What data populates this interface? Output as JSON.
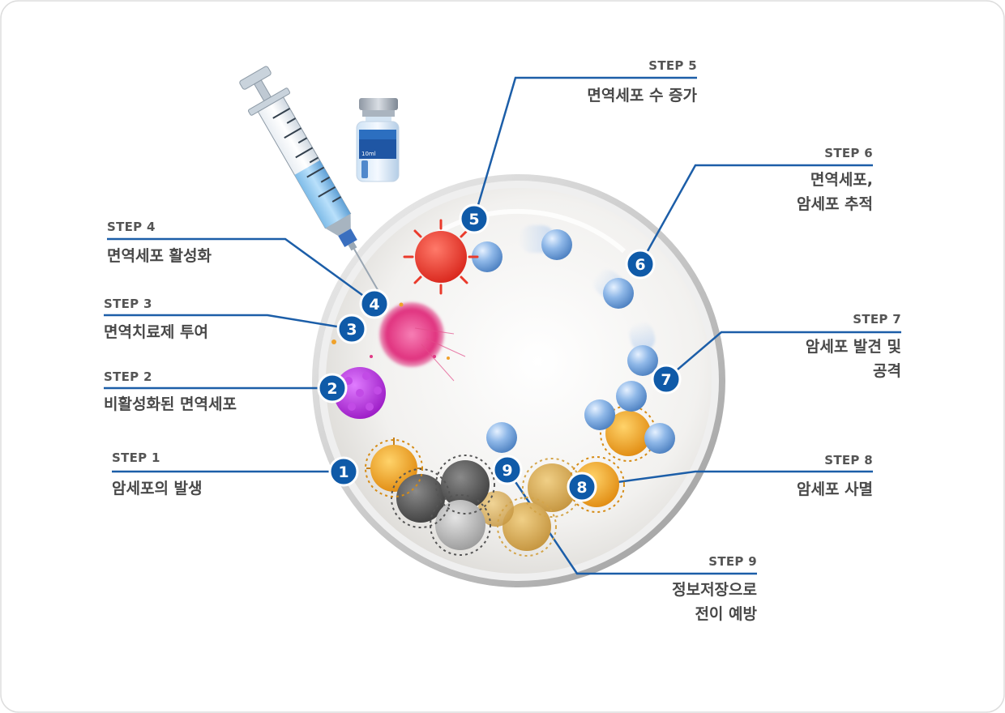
{
  "colors": {
    "accent": "#1c5ea8",
    "badge": "#0f5aa8",
    "label_text": "#555555",
    "desc_text": "#484848",
    "cancer_cell": "#f3a51c",
    "dead_cell": "#777777",
    "immune_cell": "#86b2e4",
    "active_cell": "#e03a86",
    "inactive_cell": "#b12fd6",
    "red_cell": "#ea3a2b"
  },
  "icons": [
    "syringe-icon",
    "vial-icon",
    "petri-dish-icon",
    "cancer-cell-icon",
    "immune-cell-icon",
    "virus-icon"
  ],
  "vial": {
    "label": "10ml"
  },
  "steps": [
    {
      "num": "1",
      "label": "STEP 1",
      "desc": [
        "암세포의 발생"
      ]
    },
    {
      "num": "2",
      "label": "STEP 2",
      "desc": [
        "비활성화된 면역세포"
      ]
    },
    {
      "num": "3",
      "label": "STEP 3",
      "desc": [
        "면역치료제 투여"
      ]
    },
    {
      "num": "4",
      "label": "STEP 4",
      "desc": [
        "면역세포 활성화"
      ]
    },
    {
      "num": "5",
      "label": "STEP 5",
      "desc": [
        "면역세포 수 증가"
      ]
    },
    {
      "num": "6",
      "label": "STEP 6",
      "desc": [
        "면역세포,",
        "암세포 추적"
      ]
    },
    {
      "num": "7",
      "label": "STEP 7",
      "desc": [
        "암세포 발견 및",
        "공격"
      ]
    },
    {
      "num": "8",
      "label": "STEP 8",
      "desc": [
        "암세포 사멸"
      ]
    },
    {
      "num": "9",
      "label": "STEP 9",
      "desc": [
        "정보저장으로",
        "전이 예방"
      ]
    }
  ]
}
